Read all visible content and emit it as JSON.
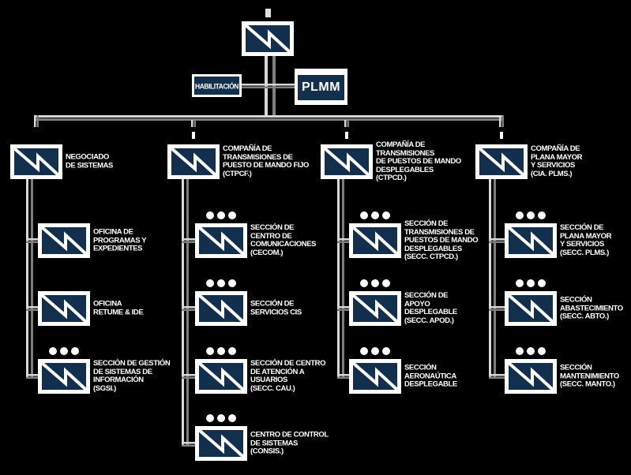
{
  "diagram": {
    "type": "org-chart",
    "background": "#000000",
    "box_fill": "#12304E",
    "box_border": "#FFFFFF",
    "connector_light": "#D8D8D8",
    "connector_dark": "#7E7E7E",
    "unit_symbol": "signal-unit-flash"
  },
  "staff": {
    "habilitacion": "HABILITACIÓN",
    "plmm": "PLMM"
  },
  "columns": [
    {
      "header": {
        "label": "NEGOCIADO\nDE SISTEMAS",
        "echelon": ""
      },
      "children": [
        {
          "label": "OFICINA DE\nPROGRAMAS Y\nEXPEDIENTES",
          "echelon": ""
        },
        {
          "label": "OFICINA\nRETUME & IDE",
          "echelon": ""
        },
        {
          "label": "SECCIÓN DE GESTIÓN\nDE SISTEMAS DE\nINFORMACIÓN\n(SGSI.)",
          "echelon": "dots"
        }
      ]
    },
    {
      "header": {
        "label": "COMPAÑÍA DE\nTRANSMISIONES DE\nPUESTO DE MANDO FIJO\n(CTPCF.)",
        "echelon": "I"
      },
      "children": [
        {
          "label": "SECCIÓN DE\nCENTRO DE\nCOMUNICACIONES\n(CECOM.)",
          "echelon": "dots"
        },
        {
          "label": "SECCIÓN DE\nSERVICIOS CIS",
          "echelon": "dots"
        },
        {
          "label": "SECCIÓN DE CENTRO\nDE ATENCIÓN A\nUSUARIOS\n(SECC. CAU.)",
          "echelon": "dots"
        },
        {
          "label": "CENTRO DE CONTROL\nDE SISTEMAS\n(CONSIS.)",
          "echelon": "dots"
        }
      ]
    },
    {
      "header": {
        "label": "COMPAÑÍA DE\nTRANSMISIONES\nDE PUESTOS DE MANDO\nDESPLEGABLES\n(CTPCD.)",
        "echelon": "I"
      },
      "children": [
        {
          "label": "SECCIÓN DE\nTRANSMISIONES DE\nPUESTOS DE MANDO\nDESPLEGABLES\n(SECC. CTPCD.)",
          "echelon": "dots"
        },
        {
          "label": "SECCIÓN DE\nAPOYO\nDESPLEGABLE\n(SECC. APOD.)",
          "echelon": "dots"
        },
        {
          "label": "SECCIÓN\nAERONAÚTICA\nDESPLEGABLE",
          "echelon": "dots"
        }
      ]
    },
    {
      "header": {
        "label": "COMPAÑÍA DE\nPLANA MAYOR\nY SERVICIOS\n(CIA. PLMS.)",
        "echelon": "I"
      },
      "children": [
        {
          "label": "SECCIÓN DE\nPLANA MAYOR\nY SERVICIOS\n(SECC. PLMS.)",
          "echelon": "dots"
        },
        {
          "label": "SECCIÓN\nABASTECIMIENTO\n(SECC. ABTO.)",
          "echelon": "dots"
        },
        {
          "label": "SECCIÓN\nMANTENIMIENTO\n(SECC. MANTO.)",
          "echelon": "dots"
        }
      ]
    }
  ]
}
